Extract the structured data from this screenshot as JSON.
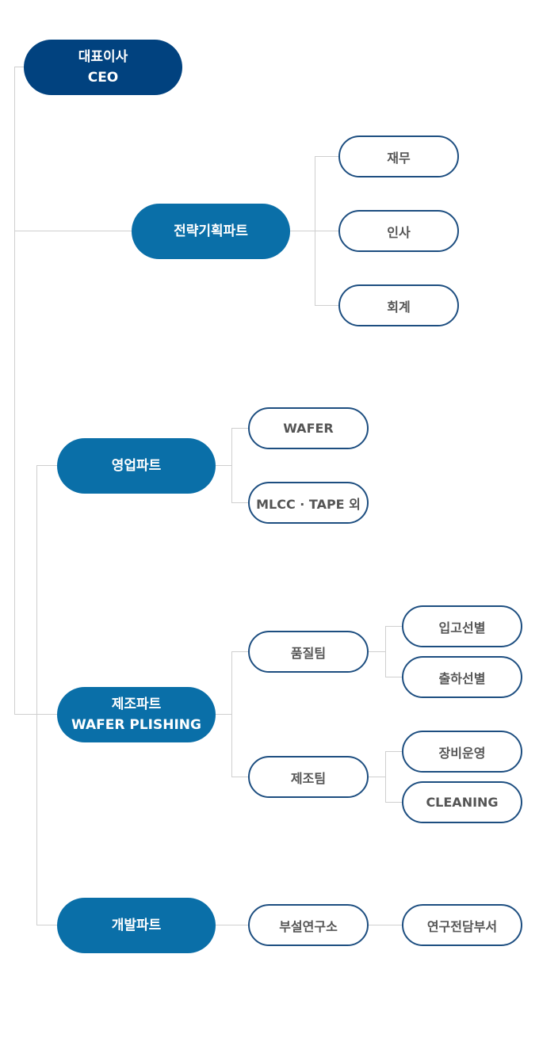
{
  "ceo": {
    "line1": "대표이사",
    "line2": "CEO"
  },
  "strategy": {
    "label": "전략기획파트",
    "teams": [
      "재무",
      "인사",
      "회계"
    ]
  },
  "sales": {
    "label": "영업파트",
    "teams": [
      "WAFER",
      "MLCC · TAPE 외"
    ]
  },
  "manufacturing": {
    "line1": "제조파트",
    "line2": "WAFER PLISHING",
    "quality": {
      "label": "품질팀",
      "subs": [
        "입고선별",
        "출하선별"
      ]
    },
    "production": {
      "label": "제조팀",
      "subs": [
        "장비운영",
        "CLEANING"
      ]
    }
  },
  "development": {
    "label": "개발파트",
    "team": "부설연구소",
    "sub": "연구전담부서"
  }
}
